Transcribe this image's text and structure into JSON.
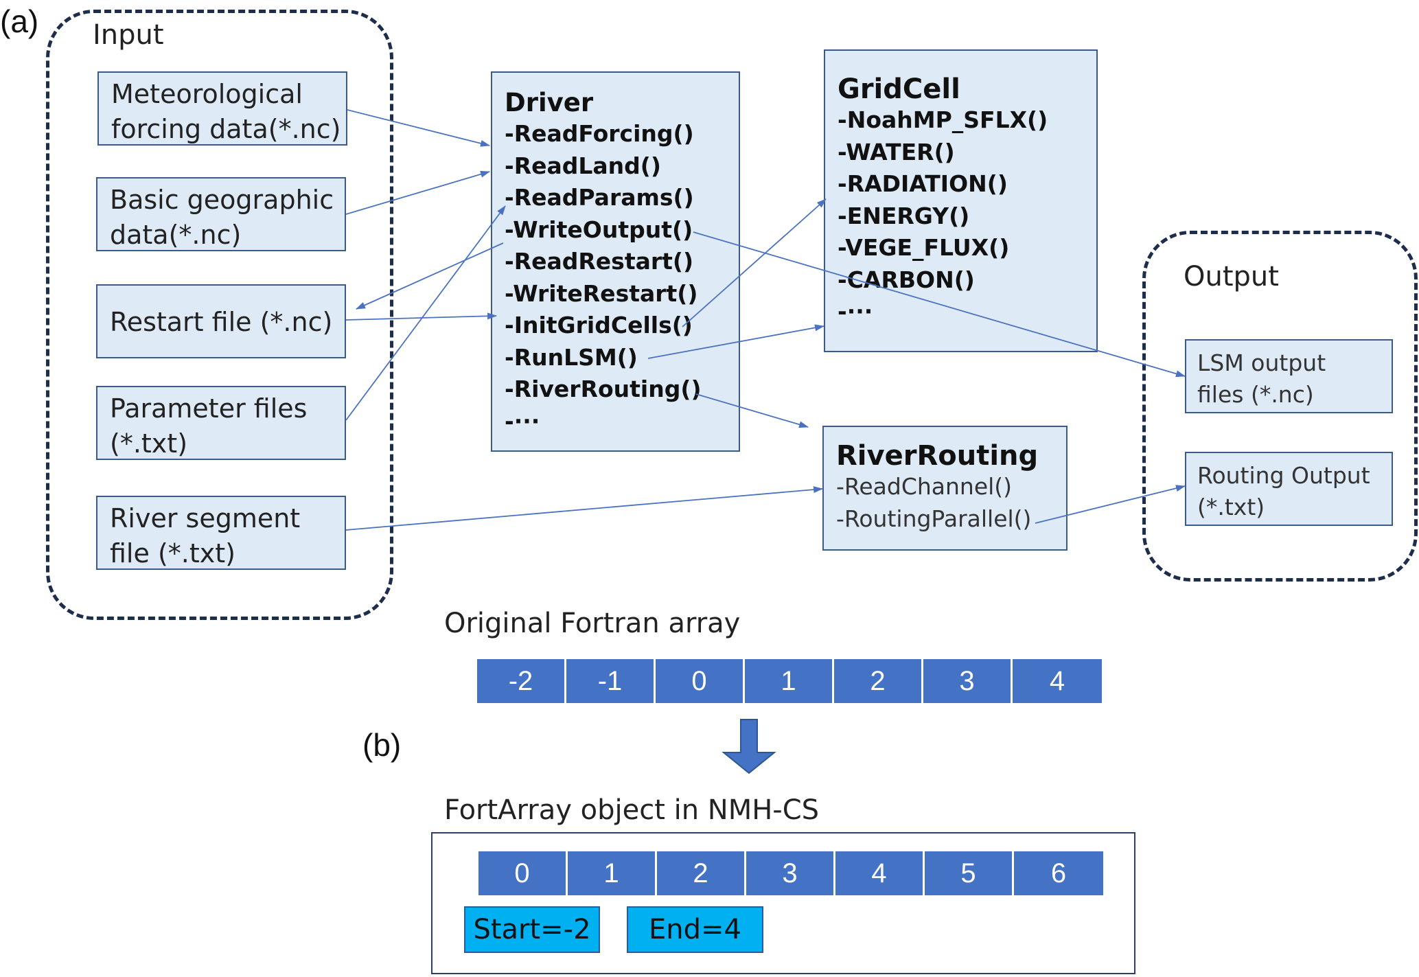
{
  "panel_a_label": "(a)",
  "panel_b_label": "(b)",
  "input_group": {
    "title": "Input",
    "files": [
      {
        "lines": [
          "Meteorological",
          "forcing data(*.nc)"
        ]
      },
      {
        "lines": [
          "Basic geographic",
          "data(*.nc)"
        ]
      },
      {
        "lines": [
          "Restart file (*.nc)"
        ]
      },
      {
        "lines": [
          "Parameter files",
          "(*.txt)"
        ]
      },
      {
        "lines": [
          "River segment",
          "file (*.txt)"
        ]
      }
    ]
  },
  "driver": {
    "title": "Driver",
    "methods": [
      "-ReadForcing()",
      "-ReadLand()",
      "-ReadParams()",
      "-WriteOutput()",
      "-ReadRestart()",
      "-WriteRestart()",
      "-InitGridCells()",
      "-RunLSM()",
      "-RiverRouting()",
      "-···"
    ]
  },
  "gridcell": {
    "title": "GridCell",
    "methods": [
      "-NoahMP_SFLX()",
      "-WATER()",
      "-RADIATION()",
      "-ENERGY()",
      "-VEGE_FLUX()",
      "-CARBON()",
      "-···"
    ]
  },
  "riverrouting": {
    "title": "RiverRouting",
    "methods": [
      "-ReadChannel()",
      "-RoutingParallel()"
    ]
  },
  "output_group": {
    "title": "Output",
    "files": [
      {
        "lines": [
          "LSM output",
          "files (*.nc)"
        ]
      },
      {
        "lines": [
          "Routing Output",
          "(*.txt)"
        ]
      }
    ]
  },
  "fortran_array": {
    "caption": "Original Fortran array",
    "cells": [
      "-2",
      "-1",
      "0",
      "1",
      "2",
      "3",
      "4"
    ]
  },
  "fortarray_object": {
    "caption": "FortArray object in NMH-CS",
    "cells": [
      "0",
      "1",
      "2",
      "3",
      "4",
      "5",
      "6"
    ],
    "start_label": "Start=-2",
    "end_label": "End=4"
  },
  "colors": {
    "box_fill": "#dfeaf7",
    "box_border": "#3c5a84",
    "dashed_frame": "#1f2d4d",
    "arrow": "#4a72c0",
    "array_cell": "#4472c4",
    "bound_tag": "#00b0f0"
  }
}
